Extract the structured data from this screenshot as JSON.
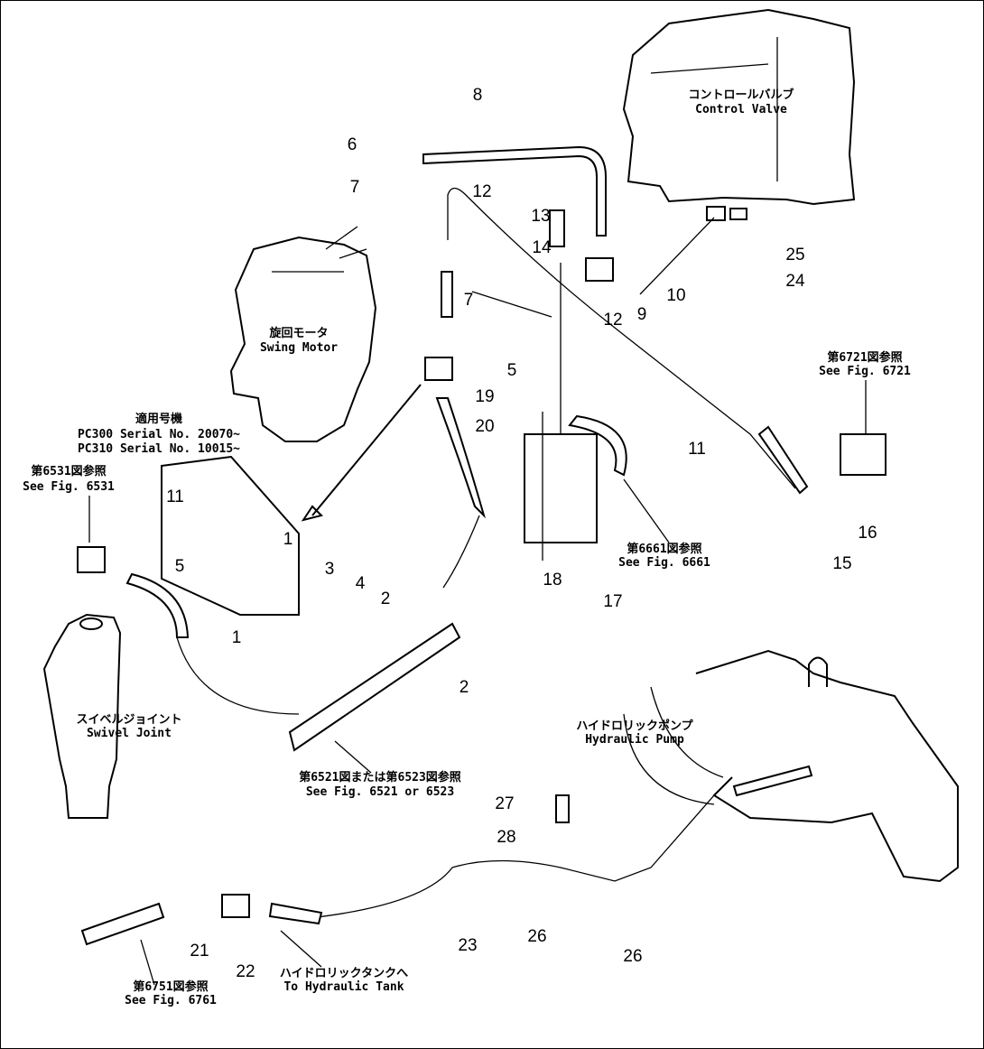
{
  "components": {
    "control_valve": {
      "jp": "コントロールバルブ",
      "en": "Control Valve"
    },
    "swing_motor": {
      "jp": "旋回モータ",
      "en": "Swing Motor"
    },
    "swivel_joint": {
      "jp": "スイベルジョイント",
      "en": "Swivel Joint"
    },
    "hydraulic_pump": {
      "jp": "ハイドロリックポンプ",
      "en": "Hydraulic Pump"
    }
  },
  "applicability": {
    "title": "適用号機",
    "line1": "PC300 Serial No. 20070~",
    "line2": "PC310 Serial No. 10015~"
  },
  "references": {
    "fig6531": {
      "jp": "第6531図参照",
      "en": "See Fig. 6531"
    },
    "fig6521": {
      "jp": "第6521図または第6523図参照",
      "en": "See Fig. 6521 or 6523"
    },
    "fig6661": {
      "jp": "第6661図参照",
      "en": "See Fig. 6661"
    },
    "fig6721": {
      "jp": "第6721図参照",
      "en": "See Fig. 6721"
    },
    "fig6761": {
      "jp": "第6751図参照",
      "en": "See Fig. 6761"
    },
    "tank": {
      "jp": "ハイドロリックタンクへ",
      "en": "To Hydraulic Tank"
    }
  },
  "part_numbers": [
    "8",
    "6",
    "7",
    "12",
    "13",
    "14",
    "25",
    "24",
    "10",
    "9",
    "7",
    "12",
    "5",
    "19",
    "20",
    "11",
    "16",
    "15",
    "18",
    "17",
    "11",
    "1",
    "5",
    "3",
    "4",
    "2",
    "2",
    "1",
    "27",
    "28",
    "26",
    "26",
    "23",
    "21",
    "22"
  ]
}
